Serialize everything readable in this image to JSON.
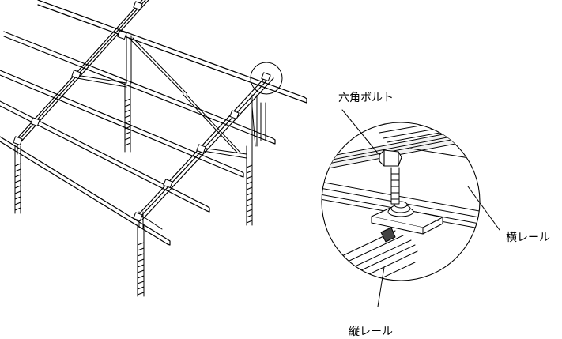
{
  "labels": {
    "hex_bolt": "六角ボルト",
    "horizontal_rail": "横レール",
    "vertical_rail": "縦レール"
  },
  "colors": {
    "line": "#000000",
    "background": "#ffffff",
    "rail_fill": "#e6e6e6"
  }
}
